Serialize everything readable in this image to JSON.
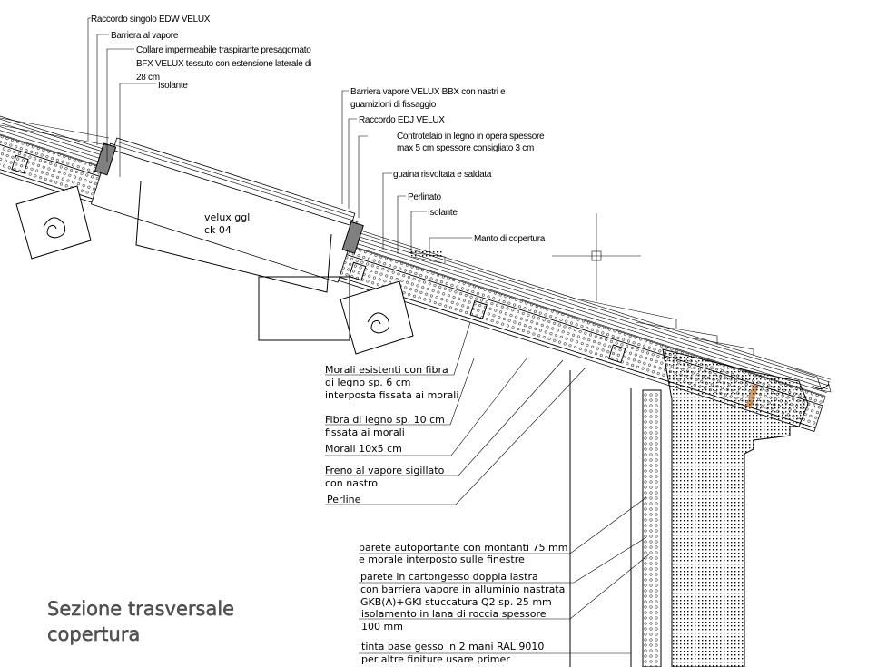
{
  "title": {
    "line1": "Sezione trasversale",
    "line2": "copertura"
  },
  "window_label": {
    "line1": "velux ggl",
    "line2": "ck 04"
  },
  "top_labels": {
    "raccordo_edw": "Raccordo singolo EDW VELUX",
    "barriera": "Barriera al vapore",
    "collare_1": "Collare impermeabile traspirante presagomato",
    "collare_2": "BFX VELUX tessuto con estensione laterale di",
    "collare_3": "28 cm",
    "isolante": "Isolante",
    "bbx_1": "Barriera vapore VELUX BBX con nastri e",
    "bbx_2": "guarnizioni di fissaggio",
    "edj": "Raccordo EDJ VELUX",
    "contro_1": "Controtelaio in legno in opera spessore",
    "contro_2": "max 5 cm spessore consigliato 3 cm",
    "guaina": "guaina risvoltata e saldata",
    "perlinato": "Perlinato",
    "isolante2": "Isolante",
    "manto": "Manto di copertura"
  },
  "roof_labels": {
    "morali_es_1": "Morali esistenti con fibra",
    "morali_es_2": "di legno sp. 6 cm",
    "morali_es_3": "interposta fissata ai morali",
    "fibra_1": "Fibra di legno sp. 10 cm",
    "fibra_2": "fissata ai morali",
    "morali": "Morali 10x5 cm",
    "freno_1": "Freno al vapore sigillato",
    "freno_2": "con nastro",
    "perline": "Perline"
  },
  "wall_labels": {
    "parete_1": "parete autoportante con montanti 75 mm",
    "parete_2": "e morale interposto sulle finestre",
    "carton_1": "parete in cartongesso doppia lastra",
    "carton_2": "con barriera vapore in alluminio nastrata",
    "carton_3": "GKB(A)+GKI stuccatura Q2  sp. 25 mm",
    "iso_1": "isolamento in lana di roccia spessore",
    "iso_2": "100 mm",
    "tinta_1": "tinta base gesso in 2 mani RAL 9010",
    "tinta_2": "per altre finiture usare primer"
  },
  "colors": {
    "fill_gray": "#808080",
    "accent_orange": "#c87828",
    "title_gray": "#555555"
  }
}
